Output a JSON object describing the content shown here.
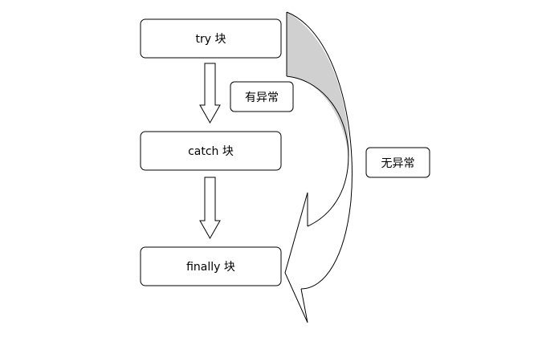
{
  "diagram": {
    "blocks": [
      {
        "label": "try 块"
      },
      {
        "label": "catch 块"
      },
      {
        "label": "finally 块"
      }
    ],
    "conditions": {
      "exception": "有异常",
      "no_exception": "无异常"
    },
    "colors": {
      "stroke": "#000000",
      "box_fill": "#ffffff",
      "curved_arrow_fill": "#d0d0d0"
    }
  }
}
